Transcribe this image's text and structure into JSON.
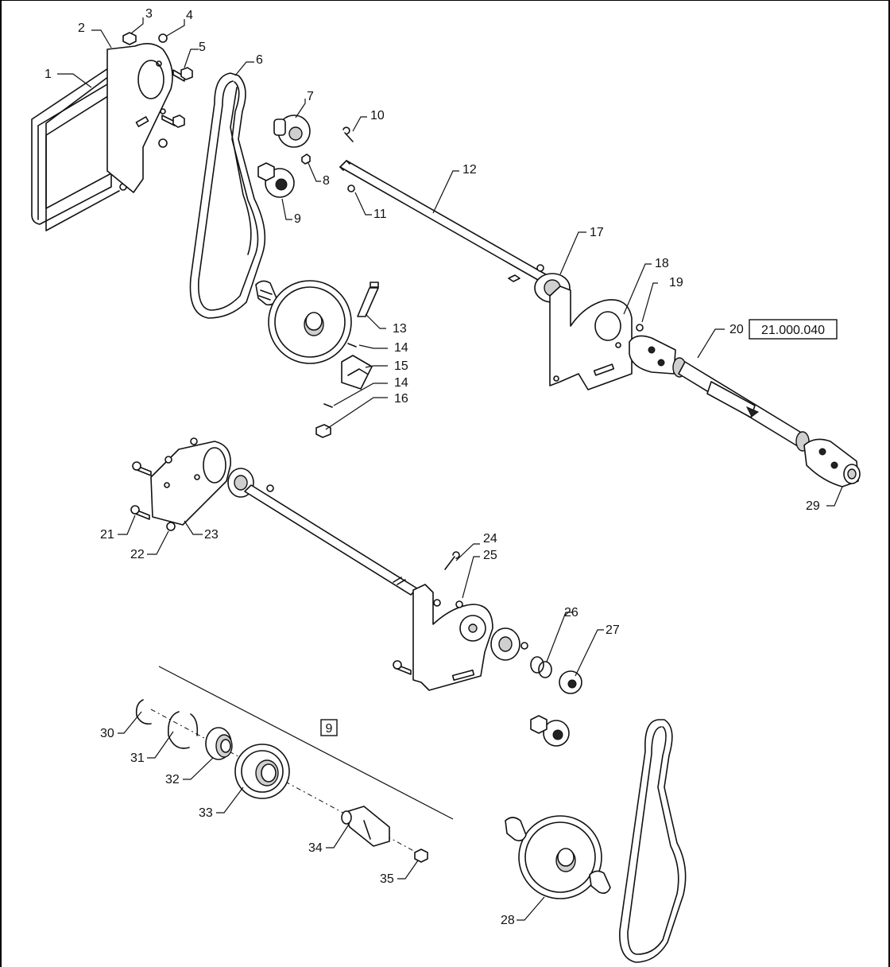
{
  "diagram": {
    "reference_box": "21.000.040",
    "group_box": "9",
    "callouts": [
      {
        "id": "c1",
        "label": "1"
      },
      {
        "id": "c2",
        "label": "2"
      },
      {
        "id": "c3",
        "label": "3"
      },
      {
        "id": "c4",
        "label": "4"
      },
      {
        "id": "c5",
        "label": "5"
      },
      {
        "id": "c6",
        "label": "6"
      },
      {
        "id": "c7",
        "label": "7"
      },
      {
        "id": "c8",
        "label": "8"
      },
      {
        "id": "c9",
        "label": "9"
      },
      {
        "id": "c10",
        "label": "10"
      },
      {
        "id": "c11",
        "label": "11"
      },
      {
        "id": "c12",
        "label": "12"
      },
      {
        "id": "c13",
        "label": "13"
      },
      {
        "id": "c14a",
        "label": "14"
      },
      {
        "id": "c15",
        "label": "15"
      },
      {
        "id": "c14b",
        "label": "14"
      },
      {
        "id": "c16",
        "label": "16"
      },
      {
        "id": "c17",
        "label": "17"
      },
      {
        "id": "c18",
        "label": "18"
      },
      {
        "id": "c19",
        "label": "19"
      },
      {
        "id": "c20",
        "label": "20"
      },
      {
        "id": "c21",
        "label": "21"
      },
      {
        "id": "c22",
        "label": "22"
      },
      {
        "id": "c23",
        "label": "23"
      },
      {
        "id": "c24",
        "label": "24"
      },
      {
        "id": "c25",
        "label": "25"
      },
      {
        "id": "c26",
        "label": "26"
      },
      {
        "id": "c27",
        "label": "27"
      },
      {
        "id": "c28",
        "label": "28"
      },
      {
        "id": "c29",
        "label": "29"
      },
      {
        "id": "c30",
        "label": "30"
      },
      {
        "id": "c31",
        "label": "31"
      },
      {
        "id": "c32",
        "label": "32"
      },
      {
        "id": "c33",
        "label": "33"
      },
      {
        "id": "c34",
        "label": "34"
      },
      {
        "id": "c35",
        "label": "35"
      }
    ]
  }
}
